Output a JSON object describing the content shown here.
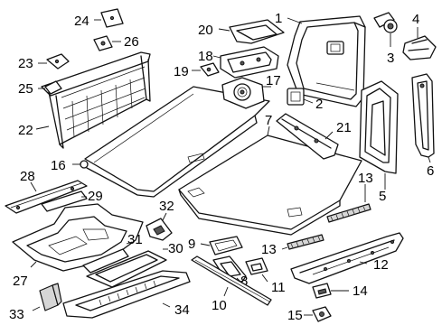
{
  "callouts": {
    "c1": "1",
    "c2": "2",
    "c3": "3",
    "c4": "4",
    "c5": "5",
    "c6": "6",
    "c7": "7",
    "c8": "8",
    "c9": "9",
    "c10": "10",
    "c11": "11",
    "c12": "12",
    "c13a": "13",
    "c13b": "13",
    "c14": "14",
    "c15": "15",
    "c16": "16",
    "c17": "17",
    "c18": "18",
    "c19": "19",
    "c20": "20",
    "c21": "21",
    "c22": "22",
    "c23": "23",
    "c24": "24",
    "c25": "25",
    "c26": "26",
    "c27": "27",
    "c28": "28",
    "c29": "29",
    "c30": "30",
    "c31": "31",
    "c32": "32",
    "c33": "33",
    "c34": "34"
  }
}
